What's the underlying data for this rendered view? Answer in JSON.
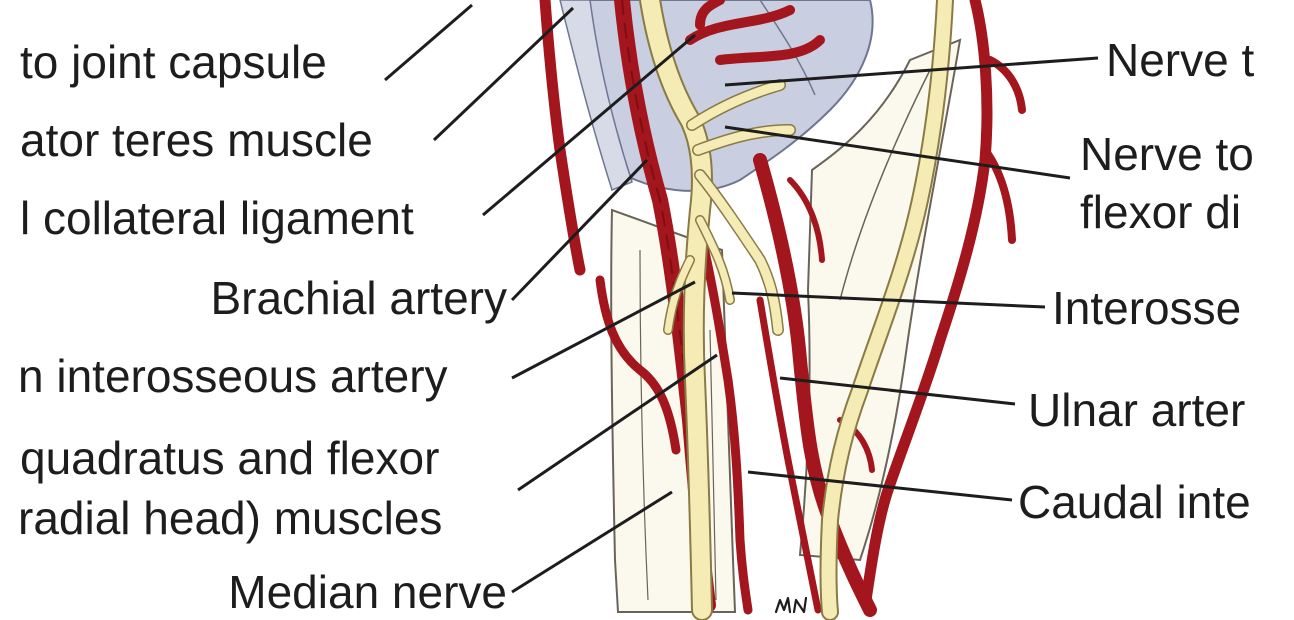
{
  "labels": {
    "left": {
      "joint_capsule": "to joint capsule",
      "pronator_teres": "ator teres muscle",
      "collateral_ligament": "l collateral ligament",
      "brachial_artery": "Brachial artery",
      "interosseous_artery": "n interosseous artery",
      "quadratus_line1": "quadratus and flexor",
      "quadratus_line2": "radial head) muscles",
      "median_nerve": "Median nerve"
    },
    "right": {
      "nerve_to": "Nerve t",
      "nerve_to_flexor_line1": "Nerve to",
      "nerve_to_flexor_line2": "flexor di",
      "interosseous": "Interosse",
      "ulnar_artery": "Ulnar arter",
      "caudal_interosseous": "Caudal inte"
    }
  },
  "signature": "MN",
  "colors": {
    "artery": "#a3161d",
    "artery_dark": "#7d0f14",
    "nerve": "#f4ecb4",
    "nerve_outline": "#8a7a45",
    "capsule": "#c9cfe0",
    "capsule_outline": "#6f7690",
    "bone": "#fbf9ee",
    "bone_outline": "#6a6458",
    "leader": "#1d1d1d",
    "text": "#1d1d1d"
  }
}
